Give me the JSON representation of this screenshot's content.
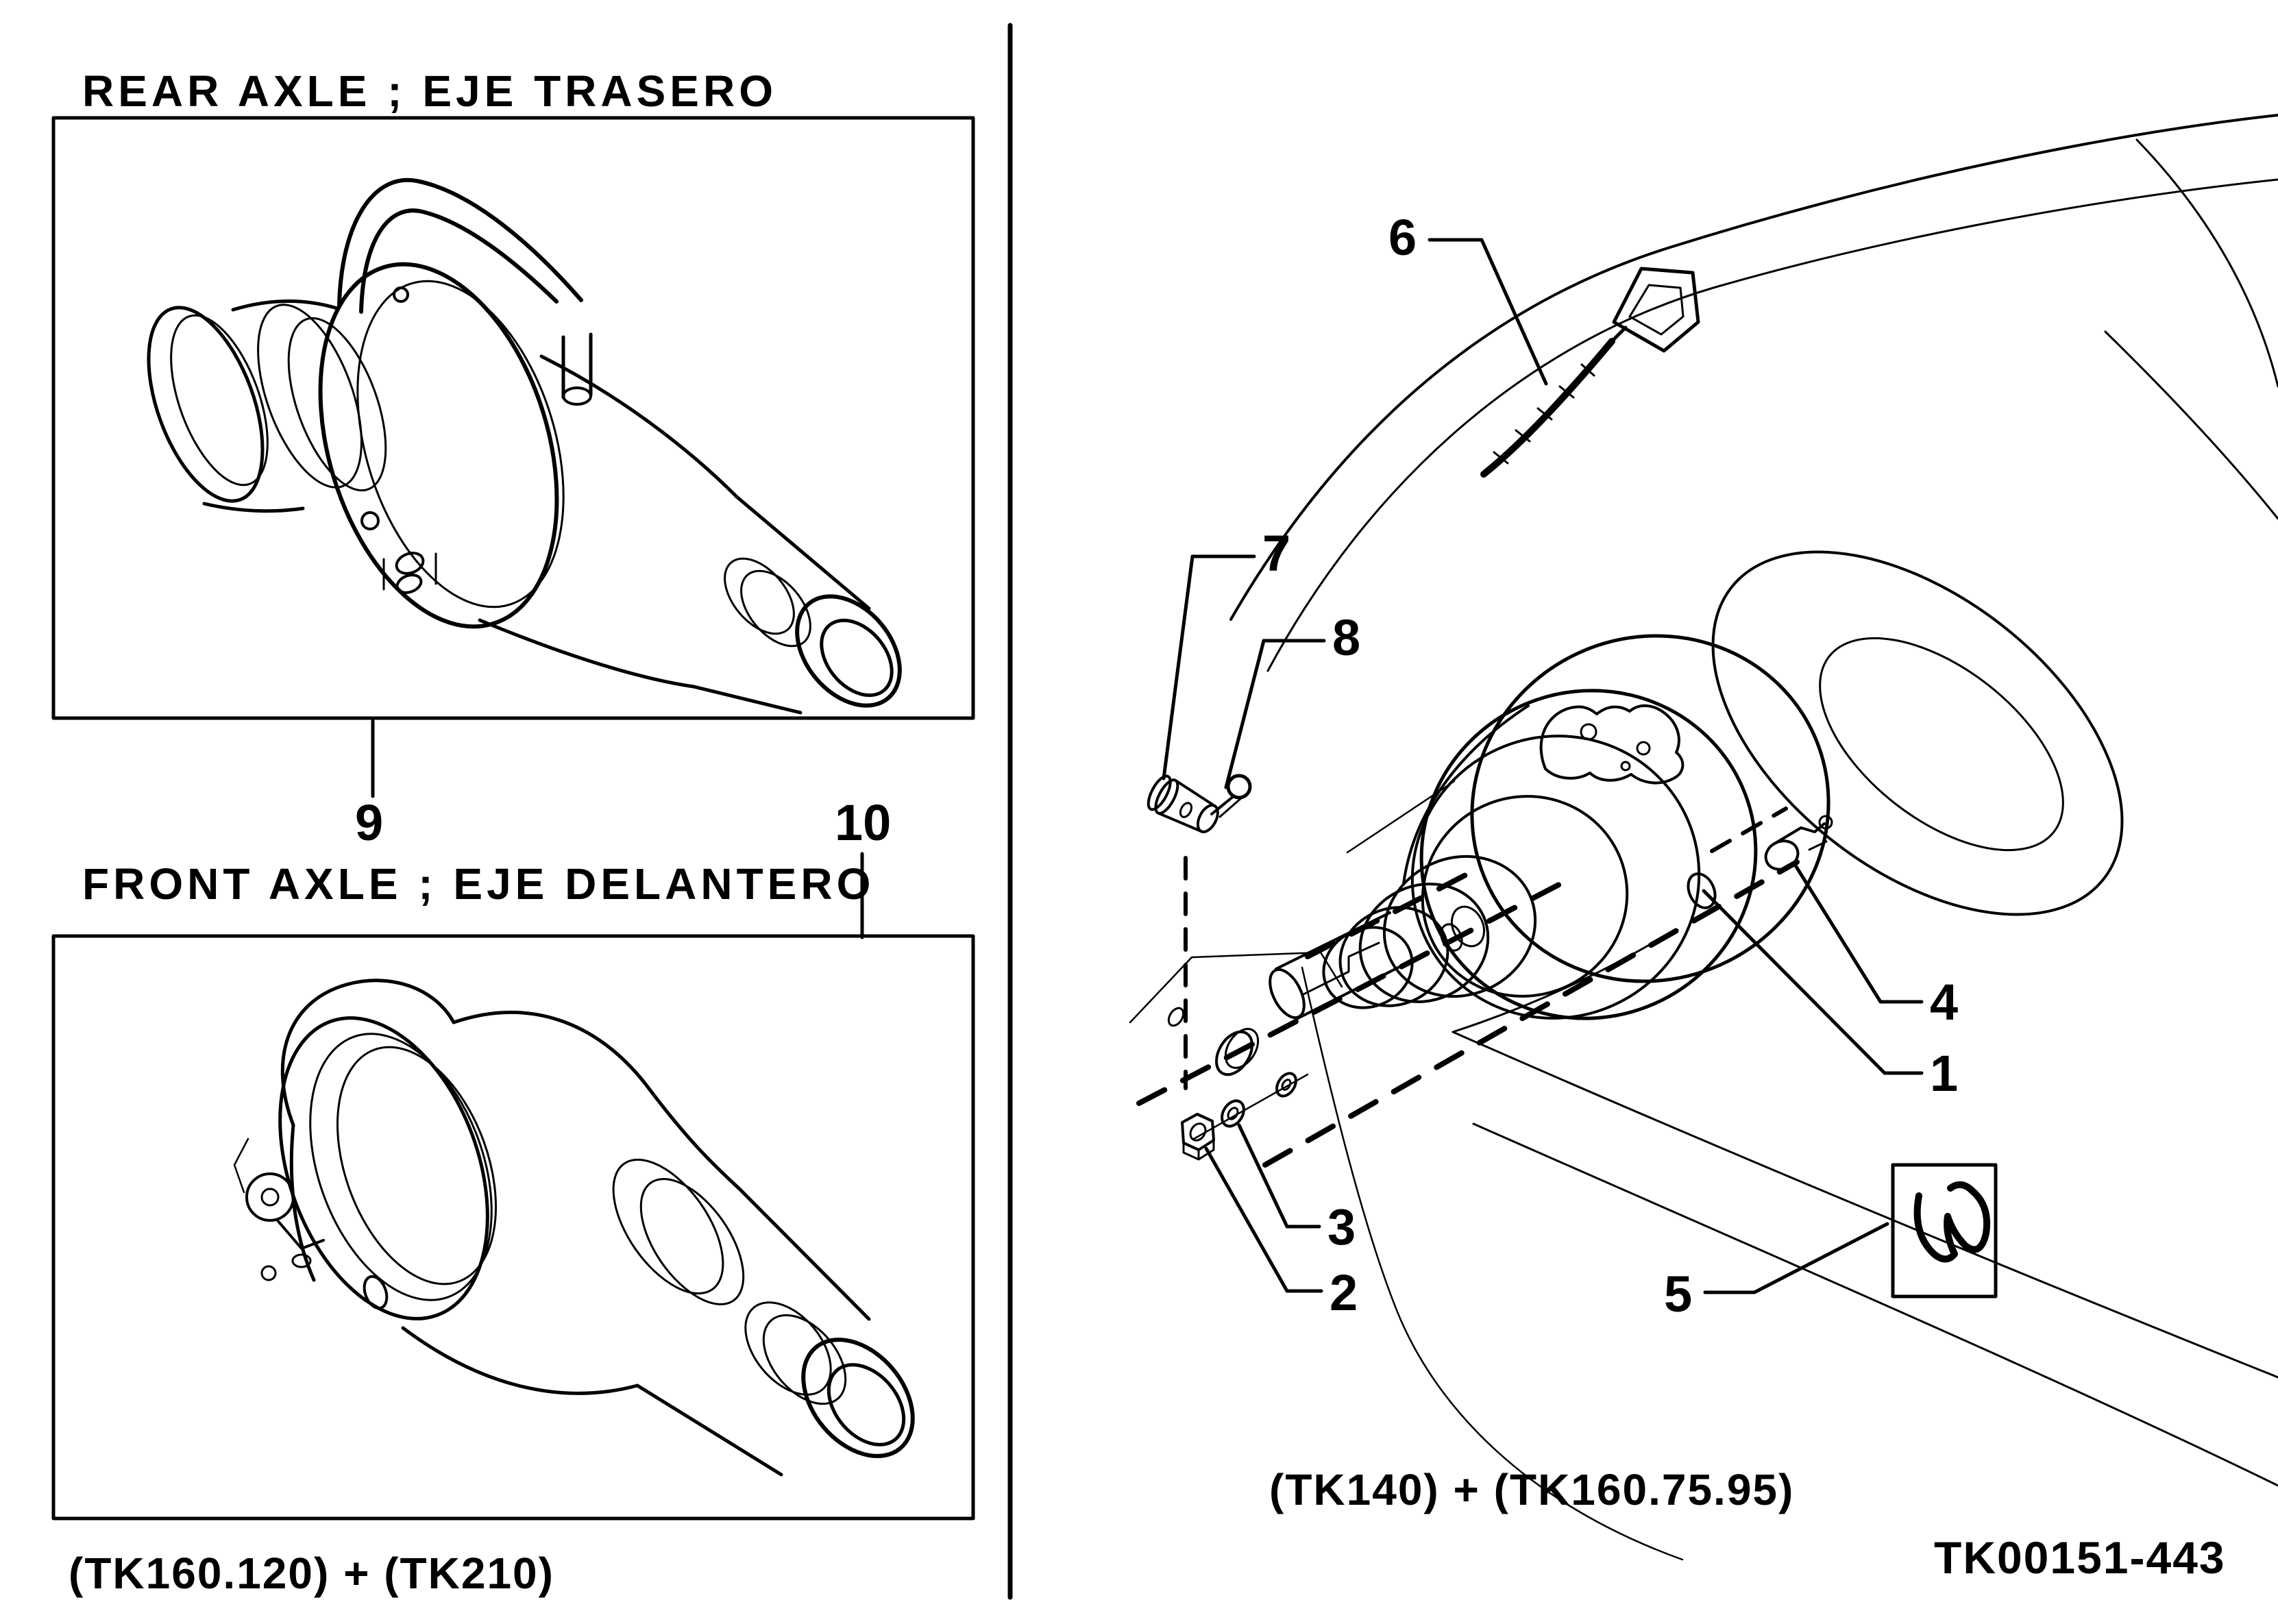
{
  "page": {
    "background_color": "#ffffff",
    "ink_color": "#000000"
  },
  "left_panel": {
    "rear": {
      "title": "REAR AXLE ; EJE TRASERO",
      "callout": "9"
    },
    "front": {
      "title": "FRONT AXLE ; EJE DELANTERO",
      "callout": "10"
    },
    "footer": "(TK160.120) + (TK210)"
  },
  "right_panel": {
    "callouts": {
      "c1": "1",
      "c2": "2",
      "c3": "3",
      "c4": "4",
      "c5": "5",
      "c6": "6",
      "c7": "7",
      "c8": "8"
    },
    "footer": "(TK140) + (TK160.75.95)",
    "doc_number": "TK00151-443"
  }
}
